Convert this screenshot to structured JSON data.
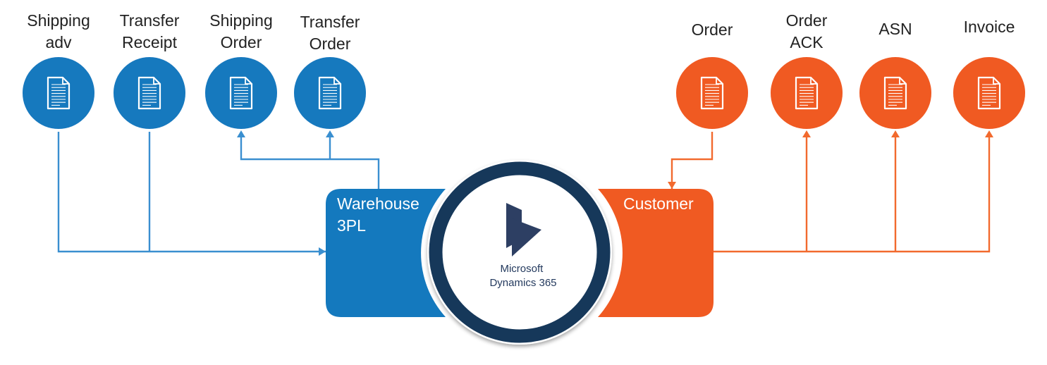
{
  "colors": {
    "blue": "#1479be",
    "blue_glow": "#9fd4f5",
    "blue_line": "#3a8fd0",
    "orange": "#f05a22",
    "orange_glow": "#ffc7a8",
    "orange_line": "#f26a2e",
    "ring": "#15375a",
    "logo": "#2d3f63"
  },
  "warehouse": {
    "name": "Warehouse 3PL",
    "label_lines": [
      "Warehouse",
      "3PL"
    ],
    "documents": [
      {
        "label_lines": [
          "Shipping",
          "adv"
        ],
        "flow": "inbound"
      },
      {
        "label_lines": [
          "Transfer",
          "Receipt"
        ],
        "flow": "inbound"
      },
      {
        "label_lines": [
          "Shipping",
          "Order"
        ],
        "flow": "outbound"
      },
      {
        "label_lines": [
          "Transfer",
          "Order"
        ],
        "flow": "outbound"
      }
    ]
  },
  "customer": {
    "name": "Customer",
    "label_lines": [
      "Customer"
    ],
    "documents": [
      {
        "label_lines": [
          "Order"
        ],
        "flow": "inbound"
      },
      {
        "label_lines": [
          "Order",
          "ACK"
        ],
        "flow": "outbound"
      },
      {
        "label_lines": [
          "ASN"
        ],
        "flow": "outbound"
      },
      {
        "label_lines": [
          "Invoice"
        ],
        "flow": "outbound"
      }
    ]
  },
  "center": {
    "logo_icon": "dynamics-365-logo",
    "logo_lines": [
      "Microsoft",
      "Dynamics 365"
    ]
  }
}
